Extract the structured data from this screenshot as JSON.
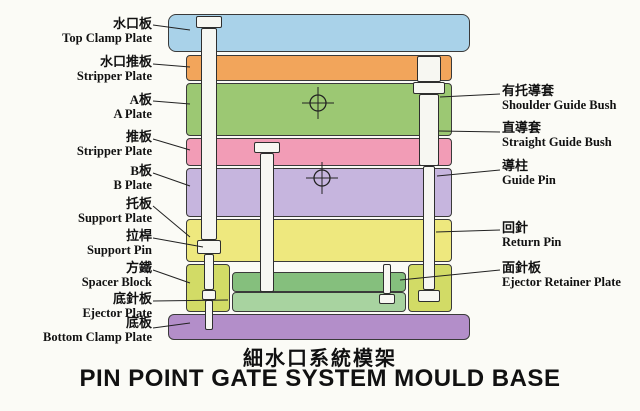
{
  "title": {
    "chinese": "細水口系統模架",
    "english": "PIN POINT GATE SYSTEM MOULD BASE"
  },
  "left_labels": [
    {
      "zh": "水口板",
      "en": "Top Clamp Plate"
    },
    {
      "zh": "水口推板",
      "en": "Stripper Plate"
    },
    {
      "zh": "A板",
      "en": "A Plate"
    },
    {
      "zh": "推板",
      "en": "Stripper Plate"
    },
    {
      "zh": "B板",
      "en": "B Plate"
    },
    {
      "zh": "托板",
      "en": "Support Plate"
    },
    {
      "zh": "拉桿",
      "en": "Support Pin"
    },
    {
      "zh": "方鐵",
      "en": "Spacer Block"
    },
    {
      "zh": "底針板",
      "en": "Ejector Plate"
    },
    {
      "zh": "底板",
      "en": "Bottom Clamp Plate"
    }
  ],
  "right_labels": [
    {
      "zh": "有托導套",
      "en": "Shoulder Guide Bush"
    },
    {
      "zh": "直導套",
      "en": "Straight Guide Bush"
    },
    {
      "zh": "導柱",
      "en": "Guide Pin"
    },
    {
      "zh": "回針",
      "en": "Return Pin"
    },
    {
      "zh": "面針板",
      "en": "Ejector Retainer Plate"
    }
  ],
  "colors": {
    "top_clamp_plate": "#a9d2e9",
    "stripper_plate_upper": "#f2a55b",
    "a_plate": "#9cc873",
    "stripper_plate_lower": "#f29cb6",
    "b_plate": "#c6b5de",
    "support_plate": "#eee87e",
    "spacer_block": "#d2db66",
    "ejector_retainer_plate": "#85bf7d",
    "ejector_plate": "#a8d3a0",
    "bottom_clamp_plate": "#b38ec9",
    "pin_fill": "#f7f7f2",
    "outline": "#3a3a3a"
  }
}
